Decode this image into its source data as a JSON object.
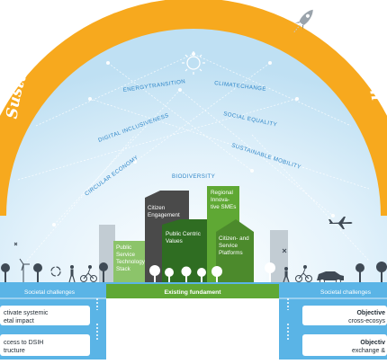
{
  "arc_title": "Sustainable, healthy & safe quality of life in city and region",
  "themes": [
    "ENERGYTRANSITION",
    "CLIMATECHANGE",
    "DIGITAL INCLUSIVENESS",
    "SOCIAL EQUALITY",
    "SUSTAINABLE MOBILITY",
    "CIRCULAR ECONOMY",
    "BIODIVERSITY"
  ],
  "buildings": {
    "public_service": [
      "Public",
      "Service",
      "Technology",
      "Stack"
    ],
    "citizen_engagement": [
      "Citizen",
      "Engagement"
    ],
    "public_centric": [
      "Public Centric",
      "Values"
    ],
    "regional_smes": [
      "Regional",
      "Innova-",
      "tive SMEs"
    ],
    "citizen_platforms": [
      "Citizen- and",
      "Service",
      "Platforms"
    ]
  },
  "foundation_label": "Existing fundament",
  "left_panel": {
    "header": "Societal challenges",
    "box1_line1": "ctivate systemic",
    "box1_line2": "etal impact",
    "box2_line1": "ccess to DSIH",
    "box2_line2": "tructure"
  },
  "right_panel": {
    "header": "Societal challenges",
    "box1_bold": "Objective",
    "box1_line2": "cross-ecosys",
    "box2_bold": "Objectiv",
    "box2_line2": "exchange &"
  },
  "colors": {
    "arc_orange": "#f7a91e",
    "sky_blue": "#cfe8f6",
    "theme_blue": "#2f86c8",
    "green_dark": "#4c8a2c",
    "green_mid": "#5fa834",
    "green_light": "#8cc46a",
    "charcoal": "#4a4a4a",
    "panel_blue": "#5ab4e6"
  },
  "icons": [
    "rocket-icon",
    "sun-icon",
    "airplane-icon",
    "car-icon",
    "recycle-icon",
    "wind-turbine-icon",
    "tree-icon",
    "person-icon",
    "cyclist-icon"
  ]
}
